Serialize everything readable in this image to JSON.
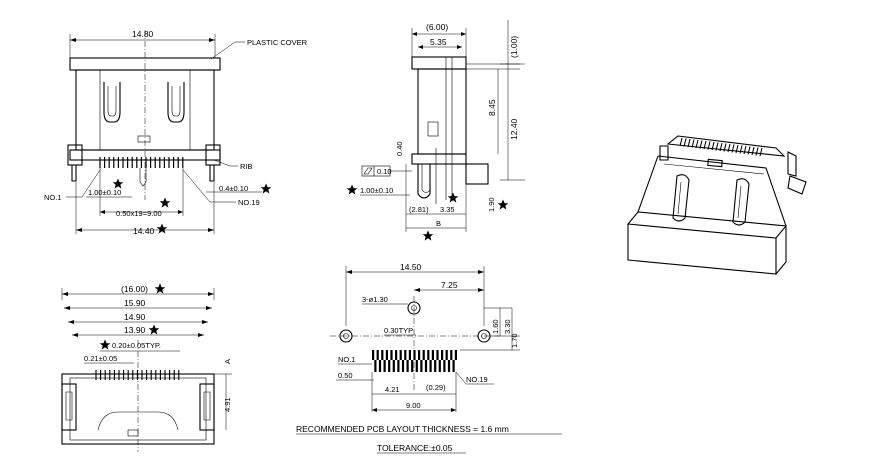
{
  "front_view": {
    "width": "14.80",
    "plastic_cover": "PLASTIC COVER",
    "rib": "RIB",
    "no1": "NO.1",
    "no19": "NO.19",
    "pin_offset": "1.00±0.10",
    "pin_pitch": "0.50x19=9.00",
    "overall": "14.40",
    "rib_dim": "0.4±0.10"
  },
  "side_view": {
    "d600": "(6.00)",
    "d535": "5.35",
    "d100": "(1.00)",
    "d845": "8.45",
    "d1240": "12.40",
    "d040": "0.40",
    "flatness": "0.10",
    "tol100": "1.00±0.10",
    "d281": "(2.81)",
    "d335": "3.35",
    "d190": "1.90",
    "b": "B"
  },
  "bottom_view": {
    "d1600": "(16.00)",
    "d1590": "15.90",
    "d1490": "14.90",
    "d1390": "13.90",
    "d020": "0.20±0.05TYP.",
    "d021": "0.21±0.05",
    "a": "A",
    "d491": "4.91"
  },
  "pcb_layout": {
    "d1450": "14.50",
    "d725": "7.25",
    "holes": "3-ø1.30",
    "d030": "0.30TYP",
    "d160": "1.60",
    "d330": "3.30",
    "d170": "1.70",
    "no1": "NO.1",
    "no19": "NO.19",
    "d050": "0.50",
    "d421": "4.21",
    "d029": "(0.29)",
    "d900": "9.00"
  },
  "notes": {
    "recommended": "RECOMMENDED  PCB  LAYOUT  THICKNESS  =  1.6  mm",
    "tolerance": "TOLERANCE:±0.05"
  },
  "icons": {
    "critical": "star-icon"
  }
}
